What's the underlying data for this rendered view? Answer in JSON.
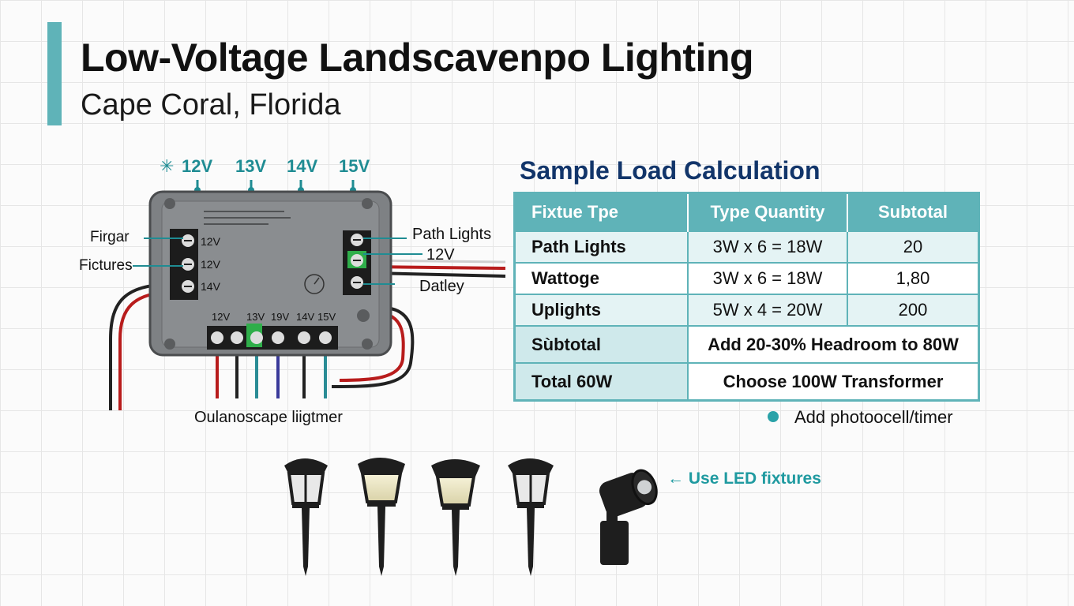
{
  "header": {
    "title": "Low-Voltage Landscavenpo Lighting",
    "subtitle": "Cape Coral, Florida"
  },
  "voltage_taps": [
    "12V",
    "13V",
    "14V",
    "15V"
  ],
  "diagram": {
    "left_labels": [
      "Firgar",
      "Fictures"
    ],
    "right_labels": [
      "Path Lights",
      "12V",
      "Datley"
    ],
    "side_terminals": [
      "12V",
      "12V",
      "14V"
    ],
    "bottom_terminals": [
      "12V",
      "13V",
      "19V",
      "14V",
      "15V"
    ],
    "caption": "Oulanoscape liigtmer"
  },
  "table": {
    "title": "Sample Load Calculation",
    "headers": [
      "Fixtue Tpe",
      "Type Quantity",
      "Subtotal"
    ],
    "rows": [
      [
        "Path Lights",
        "3W x 6 = 18W",
        "20"
      ],
      [
        "Wattoge",
        "3W x 6 = 18W",
        "1,80"
      ],
      [
        "Uplights",
        "5W x 4 = 20W",
        "200"
      ]
    ],
    "subtotal": {
      "label": "Sùbtotal",
      "value": "Add 20-30% Headroom to 80W"
    },
    "total": {
      "label": "Total 60W",
      "value": "Choose 100W Transformer"
    }
  },
  "notes": {
    "photocell": "Add photoocell/timer",
    "led": "Use LED fixtures"
  },
  "colors": {
    "accent": "#5fb3b8",
    "teal_text": "#1f8c93",
    "title_navy": "#12356a",
    "transformer_body": "#7e8184"
  }
}
